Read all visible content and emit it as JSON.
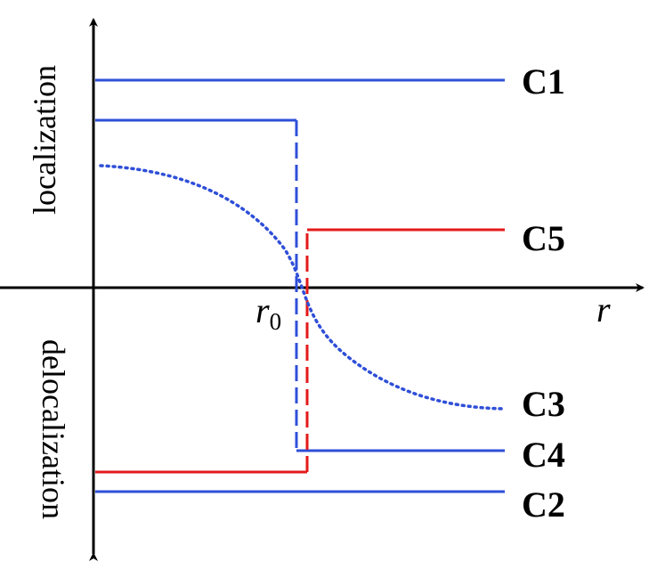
{
  "colors": {
    "blue": "#2f4fd8",
    "red": "#e41a1a",
    "axis": "#000000",
    "background": "#ffffff"
  },
  "labels": {
    "y_top": "localization",
    "y_bottom": "delocalization",
    "x_axis": "r",
    "r0_main": "r",
    "r0_sub": "0"
  },
  "curves": {
    "c1": {
      "label": "C1",
      "color": "blue",
      "style": "solid"
    },
    "c2": {
      "label": "C2",
      "color": "blue",
      "style": "solid"
    },
    "c3": {
      "label": "C3",
      "color": "blue",
      "style": "dotted"
    },
    "c4": {
      "label": "C4",
      "color": "blue",
      "style": "solid with dashed drop"
    },
    "c5": {
      "label": "C5",
      "color": "red",
      "style": "solid with dashed rise"
    }
  }
}
